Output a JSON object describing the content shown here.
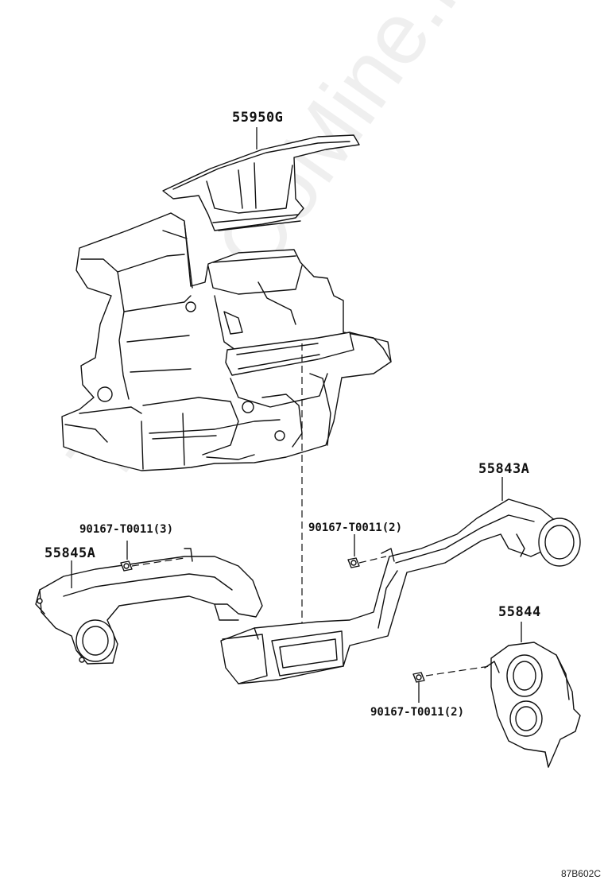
{
  "parts": {
    "defroster_nozzle": "55950G",
    "rear_duct_right": "55843A",
    "rear_duct_left": "55845A",
    "duct_cover": "55844"
  },
  "bolts": {
    "left": "90167-T0011(3)",
    "center": "90167-T0011(2)",
    "lower": "90167-T0011(2)"
  },
  "diagram_code": "87B602C",
  "watermark": "ToyotaCoMine.ru"
}
